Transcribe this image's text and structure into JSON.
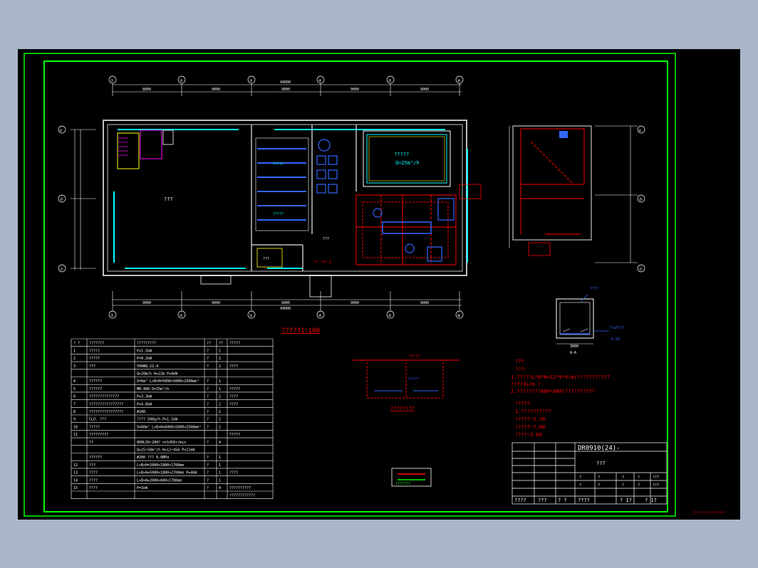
{
  "plan": {
    "grid_columns": [
      "①",
      "②",
      "③",
      "④",
      "⑤",
      "⑥"
    ],
    "grid_rows": [
      "©",
      "Ⓑ",
      "Ⓐ"
    ],
    "top_total": "49000",
    "top_segments": [
      "8000",
      "9000",
      "9000",
      "9000",
      "9000"
    ],
    "bottom_total": "49000",
    "bottom_segments": [
      "9000",
      "9000",
      "9000",
      "9000",
      "9000"
    ],
    "pool_label": "?????",
    "pool_flow": "Q=25m³/h",
    "room_label": "???",
    "room2_label": "???",
    "hall_label": "???",
    "filter_label": "?????",
    "pump_label": "?????",
    "title": "?????1:100",
    "section_elev": "?? ?=?.5"
  },
  "section_a": {
    "title": "A-A",
    "callout": "????",
    "level_label": "??±0???",
    "level_value": "-4.50",
    "dim": "3000"
  },
  "detail": {
    "title": "????????",
    "callout": "?????",
    "label": "?????"
  },
  "notes": {
    "lines": [
      "???",
      "???:",
      "1.?????L*B*H=12*9*4(m)*??????????",
      "  ????3L/m ?",
      "2.????????800*800???????????",
      "",
      "?????",
      "1.??????????",
      "?????-5.70",
      "?????-7.80",
      "????-5.60"
    ]
  },
  "legend": {
    "label": "???????"
  },
  "equipment_table": {
    "headers": [
      "? ?",
      "???????",
      "?????????",
      "??",
      "??",
      "?????"
    ],
    "rows": [
      [
        "1",
        "?????",
        "P=1.5kW",
        "?",
        "1",
        ""
      ],
      [
        "2",
        "?????",
        "P=0.2kW",
        "?",
        "1",
        ""
      ],
      [
        "3",
        "???",
        "500WQ-22-4",
        "?",
        "2",
        "????"
      ],
      [
        "",
        "",
        "Q=20m/h    H=22m    P=4kW",
        "",
        "",
        ""
      ],
      [
        "4",
        "??????",
        "V=6m³    L×B×H=5000×5000×2500mm³",
        "?",
        "1",
        ""
      ],
      [
        "5",
        "??????",
        "MB-400    Q=25m³/h",
        "?",
        "1",
        "?????"
      ],
      [
        "6",
        "??????????????",
        "P=3.3kW",
        "?",
        "2",
        "????"
      ],
      [
        "7",
        "????????????????",
        "P=4.8kW",
        "?",
        "2",
        "????"
      ],
      [
        "8",
        "????????????????",
        "#200",
        "?",
        "1",
        ""
      ],
      [
        "9",
        "CLO. ???",
        "???? 500g/h    P=1.1kW",
        "?",
        "1",
        ""
      ],
      [
        "10",
        "?????",
        "V=60m³    L×B×H=6000×5000×2500mm³",
        "?",
        "2",
        ""
      ],
      [
        "11",
        "?????????",
        "",
        "",
        "",
        "?????"
      ],
      [
        "",
        "??",
        "800L50~200?     n=1450r/min",
        "?",
        "4",
        ""
      ],
      [
        "",
        "",
        "Q=25~50m³/h    H=12~45m    P=11kW",
        "",
        "",
        ""
      ],
      [
        "",
        "??????",
        "#200     ???  0.6MPa",
        "?",
        "1",
        ""
      ],
      [
        "12",
        "???",
        "L×B×H=2000×1800×1700mm",
        "?",
        "1",
        ""
      ],
      [
        "13",
        "????",
        "L×B×H=5000×1800×2700mm    P=4kW",
        "?",
        "1",
        "????"
      ],
      [
        "14",
        "????",
        "L×B×H=2000×600×1700mm",
        "?",
        "1",
        ""
      ],
      [
        "15",
        "????",
        "P=1kW",
        "?",
        "4",
        "??????????"
      ],
      [
        "",
        "",
        "",
        "",
        "",
        "????????????"
      ]
    ]
  },
  "title_block": {
    "drawing_no": "DR0910(24)-",
    "name": "???",
    "cells": [
      "?",
      "?",
      "?",
      "?",
      "???",
      "?",
      "?",
      "?",
      "?",
      "???"
    ],
    "footer": [
      "????",
      "???",
      "? ?",
      "????",
      "? 1?",
      "? 1?"
    ]
  },
  "stamp": "?????? ????????????"
}
